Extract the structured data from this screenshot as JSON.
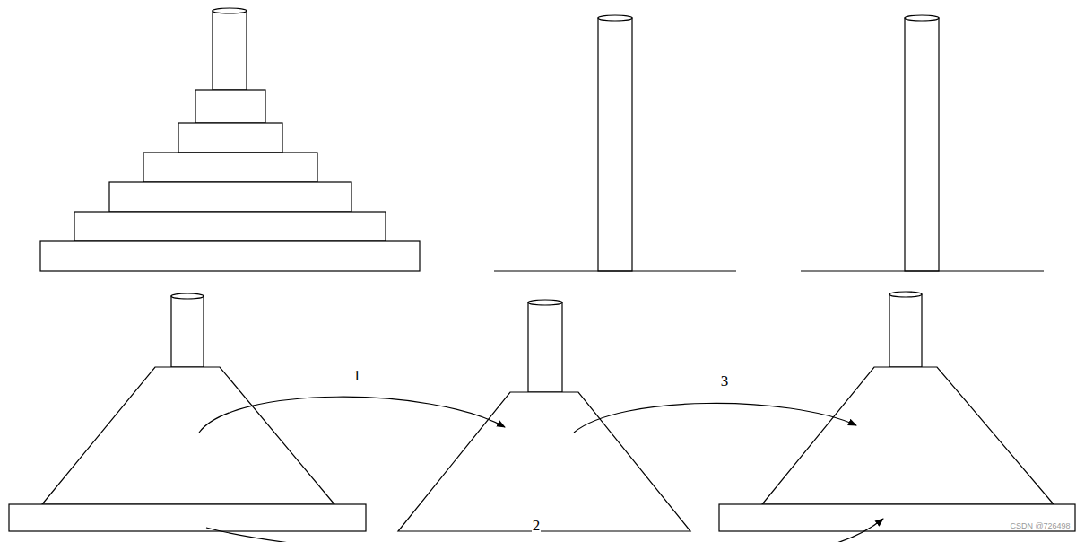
{
  "diagram": {
    "labels": [
      "1",
      "3",
      "2",
      "CSDN @726498"
    ]
  }
}
